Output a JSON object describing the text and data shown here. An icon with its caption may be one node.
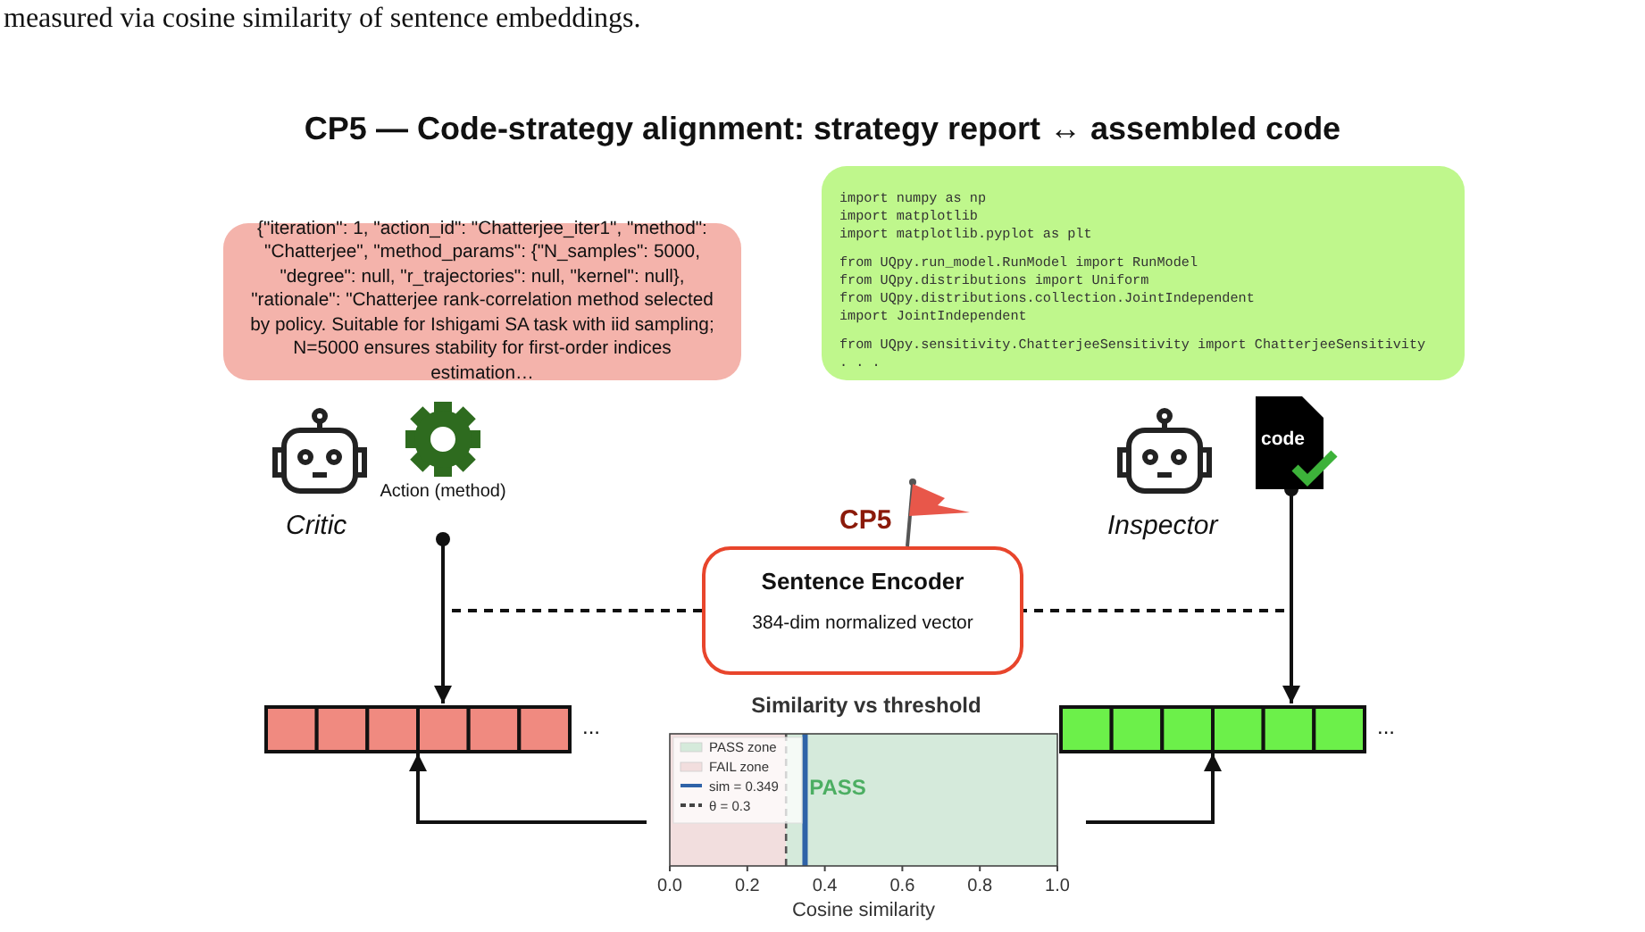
{
  "diagram": {
    "title": "CP5 — Code-strategy alignment: strategy report ↔ assembled code",
    "caption": "measured via cosine similarity of sentence embeddings.",
    "nodes": [
      {
        "text": [
          "{\"iteration\": 1, \"action_id\": \"Chatterjee_iter1\", \"method\": \"Chatterjee\", \"method_params\": {\"N_samples\": 5000, \"degree\": null, \"r_trajectories\": null, \"kernel\": null}, \"rationale\": \"Chatterjee rank-correlation method selected by policy. Suitable for Ishigami SA task with iid sampling; N=5000 ensures stability for first-order indices estimation…"
        ]
      },
      {
        "text": [
          "import numpy as np",
          "import matplotlib",
          "import matplotlib.pyplot as plt",
          "from UQpy.run_model.RunModel import RunModel",
          "from UQpy.distributions import Uniform",
          "from UQpy.distributions.collection.JointIndependent",
          "import JointIndependent",
          "from UQpy.sensitivity.ChatterjeeSensitivity import ChatterjeeSensitivity",
          ". . ."
        ]
      },
      {
        "text": [
          "Action (method)"
        ]
      },
      {
        "text": [
          "code"
        ]
      },
      {
        "text": [
          "Sentence Encoder",
          "384-dim normalized vector"
        ],
        "beside": [
          "CP5"
        ]
      },
      {
        "text": [],
        "shape": "bar",
        "beside": [
          "..."
        ]
      },
      {
        "text": [],
        "shape": "bar",
        "beside": [
          "..."
        ]
      },
      {
        "text": [],
        "shape": "chart"
      }
    ],
    "edges": [
      {
        "from": 2,
        "to": 5,
        "arrow": "to"
      },
      {
        "from": 3,
        "to": 6,
        "arrow": "to"
      },
      {
        "from": 2,
        "to": 4,
        "arrow": "none",
        "style": "dashed"
      },
      {
        "from": 3,
        "to": 4,
        "arrow": "none",
        "style": "dashed"
      },
      {
        "from": 7,
        "to": 5,
        "arrow": "to"
      },
      {
        "from": 7,
        "to": 6,
        "arrow": "to"
      }
    ],
    "labels": [
      "Critic",
      "Inspector"
    ],
    "legend": [
      {
        "text": "PASS zone",
        "color": "#d5eadb"
      },
      {
        "text": "FAIL zone",
        "color": "#f2dede"
      },
      {
        "text": "sim = 0.349"
      },
      {
        "text": "θ = 0.3"
      }
    ],
    "chart_data": {
      "type": "bar",
      "orientation": "horizontal",
      "categories": [
        null
      ],
      "title": "Similarity vs threshold",
      "xlabel": "Cosine similarity",
      "xlim": [
        0,
        1
      ],
      "xticks": [
        {
          "value": 0,
          "label": "0.0"
        },
        {
          "value": 0.2,
          "label": "0.2"
        },
        {
          "value": 0.4,
          "label": "0.4"
        },
        {
          "value": 0.6,
          "label": "0.6"
        },
        {
          "value": 0.8,
          "label": "0.8"
        },
        {
          "value": 1,
          "label": "1.0"
        }
      ],
      "bands": [
        {
          "axis": "x",
          "from": 0,
          "to": 0.3,
          "color": "#f2dede"
        },
        {
          "axis": "x",
          "from": 0.3,
          "to": 1,
          "color": "#d5eadb"
        }
      ],
      "ref_lines": [
        {
          "axis": "x",
          "value": 0.3,
          "color": "#555555"
        },
        {
          "axis": "x",
          "value": 0.349,
          "color": "#2f63a8"
        }
      ],
      "annotations": [
        "PASS"
      ]
    }
  }
}
